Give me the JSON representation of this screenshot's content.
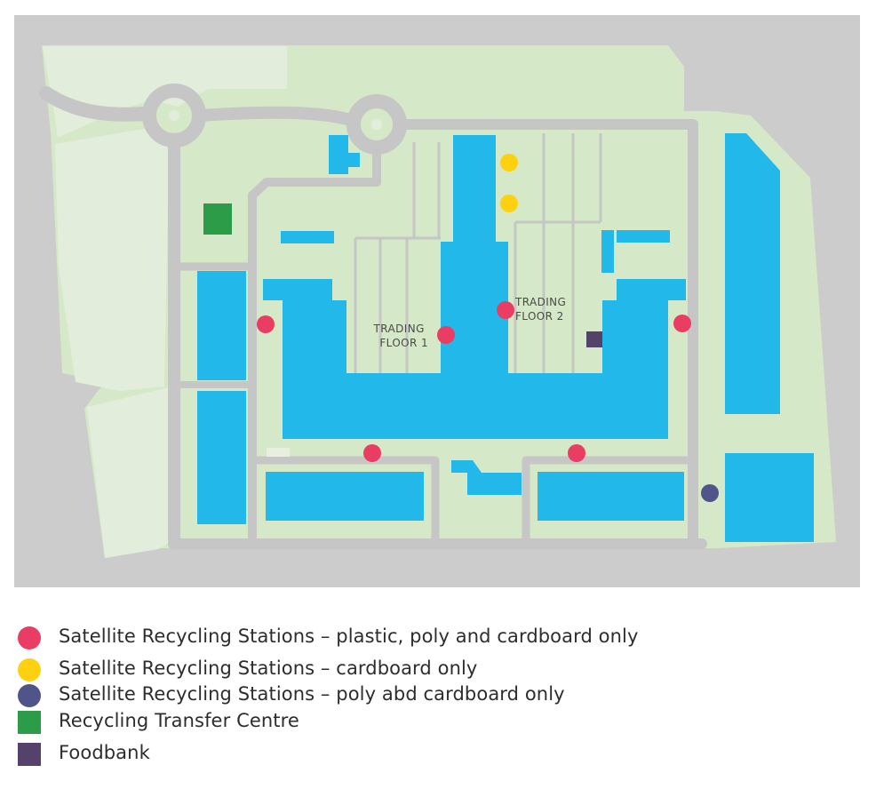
{
  "colors": {
    "background": "#cccccc",
    "grass": "#d5e8c7",
    "grass_light": "#e2eedb",
    "road": "#c6c6c6",
    "building": "#22b9ea",
    "red": "#ea3d63",
    "yellow": "#fdd10f",
    "navy": "#4f5489",
    "green": "#2d9c49",
    "purple": "#54426a"
  },
  "labels": {
    "trading_floor_1": [
      "TRADING",
      "FLOOR 1"
    ],
    "trading_floor_2": [
      "TRADING",
      "FLOOR 2"
    ]
  },
  "markers": {
    "red": [
      {
        "id": "red-1"
      },
      {
        "id": "red-2"
      },
      {
        "id": "red-3"
      },
      {
        "id": "red-4"
      },
      {
        "id": "red-5"
      },
      {
        "id": "red-6"
      }
    ],
    "yellow": [
      {
        "id": "yellow-1"
      },
      {
        "id": "yellow-2"
      }
    ],
    "navy": [
      {
        "id": "navy-1"
      }
    ],
    "green": [
      {
        "id": "green-1"
      }
    ],
    "purple": [
      {
        "id": "purple-1"
      }
    ]
  },
  "legend": [
    {
      "shape": "circle",
      "color_key": "red",
      "icon": "red-circle-icon",
      "text": "Satellite Recycling Stations – plastic, poly and cardboard only"
    },
    {
      "shape": "circle",
      "color_key": "yellow",
      "icon": "yellow-circle-icon",
      "text": "Satellite Recycling Stations – cardboard only"
    },
    {
      "shape": "circle",
      "color_key": "navy",
      "icon": "navy-circle-icon",
      "text": "Satellite Recycling Stations – poly abd cardboard only"
    },
    {
      "shape": "square",
      "color_key": "green",
      "icon": "green-square-icon",
      "text": "Recycling Transfer Centre"
    },
    {
      "shape": "square",
      "color_key": "purple",
      "icon": "purple-square-icon",
      "text": "Foodbank"
    }
  ]
}
